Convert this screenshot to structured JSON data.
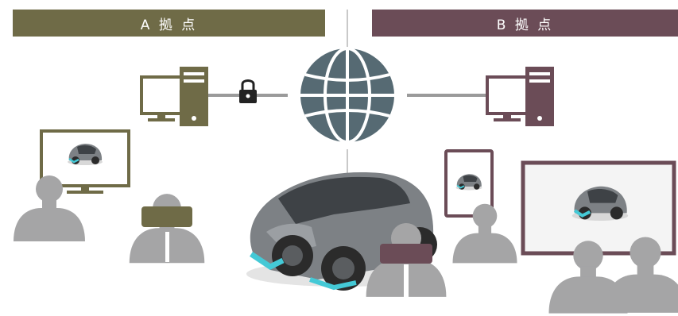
{
  "sites": {
    "a": {
      "label": "A 拠 点",
      "color": "#6f6b47"
    },
    "b": {
      "label": "B 拠 点",
      "color": "#6b4c57"
    }
  },
  "colors": {
    "globe": "#566a73",
    "person": "#a5a5a6",
    "link": "#9a9a9a",
    "lock": "#222222",
    "car_body": "#7d8185",
    "car_accent": "#44c9d6"
  },
  "icons": [
    "globe-icon",
    "lock-icon",
    "server-icon",
    "monitor-icon",
    "tablet-icon",
    "vr-headset-icon",
    "person-icon",
    "car-image"
  ]
}
